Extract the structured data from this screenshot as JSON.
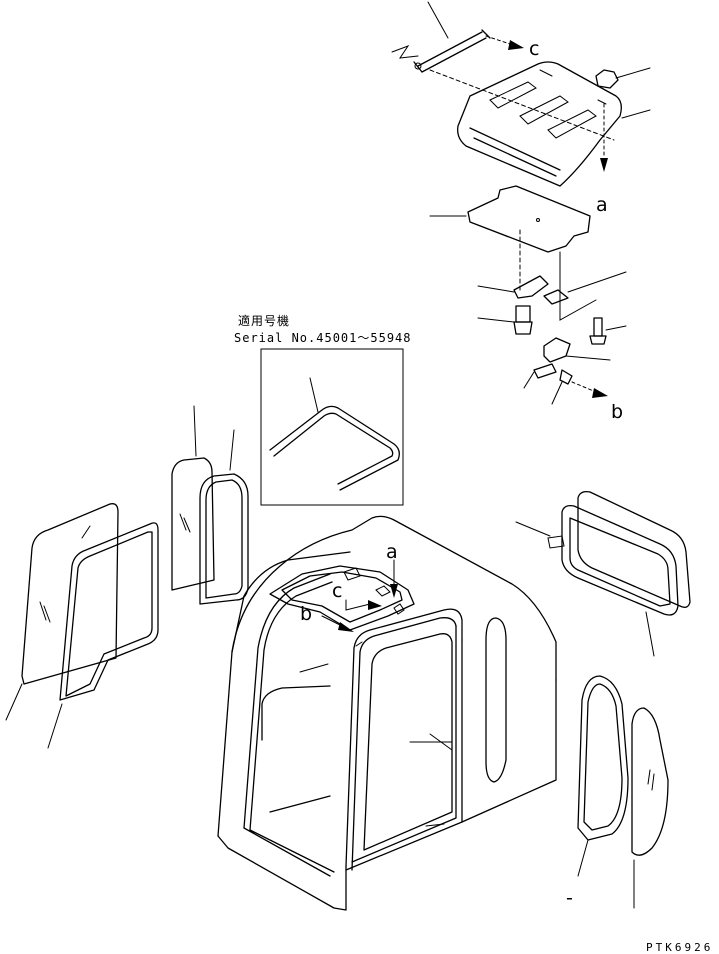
{
  "labels": {
    "c_top": "c",
    "a_right": "a",
    "b_right": "b",
    "a_cab": "a",
    "b_cab": "b",
    "c_cab": "c",
    "dash": "-"
  },
  "inset": {
    "serial_jp": "適用号機",
    "serial_range": "Serial No.45001〜55948"
  },
  "drawing_code": "PTK6926"
}
